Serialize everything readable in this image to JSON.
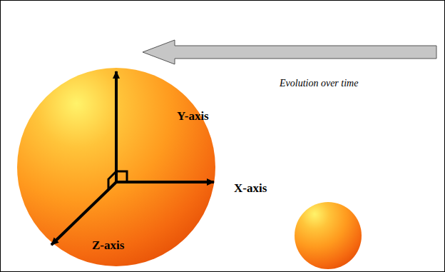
{
  "diagram": {
    "labels": [
      "Evolution over time",
      "Y-axis",
      "X-axis",
      "Z-axis"
    ]
  }
}
